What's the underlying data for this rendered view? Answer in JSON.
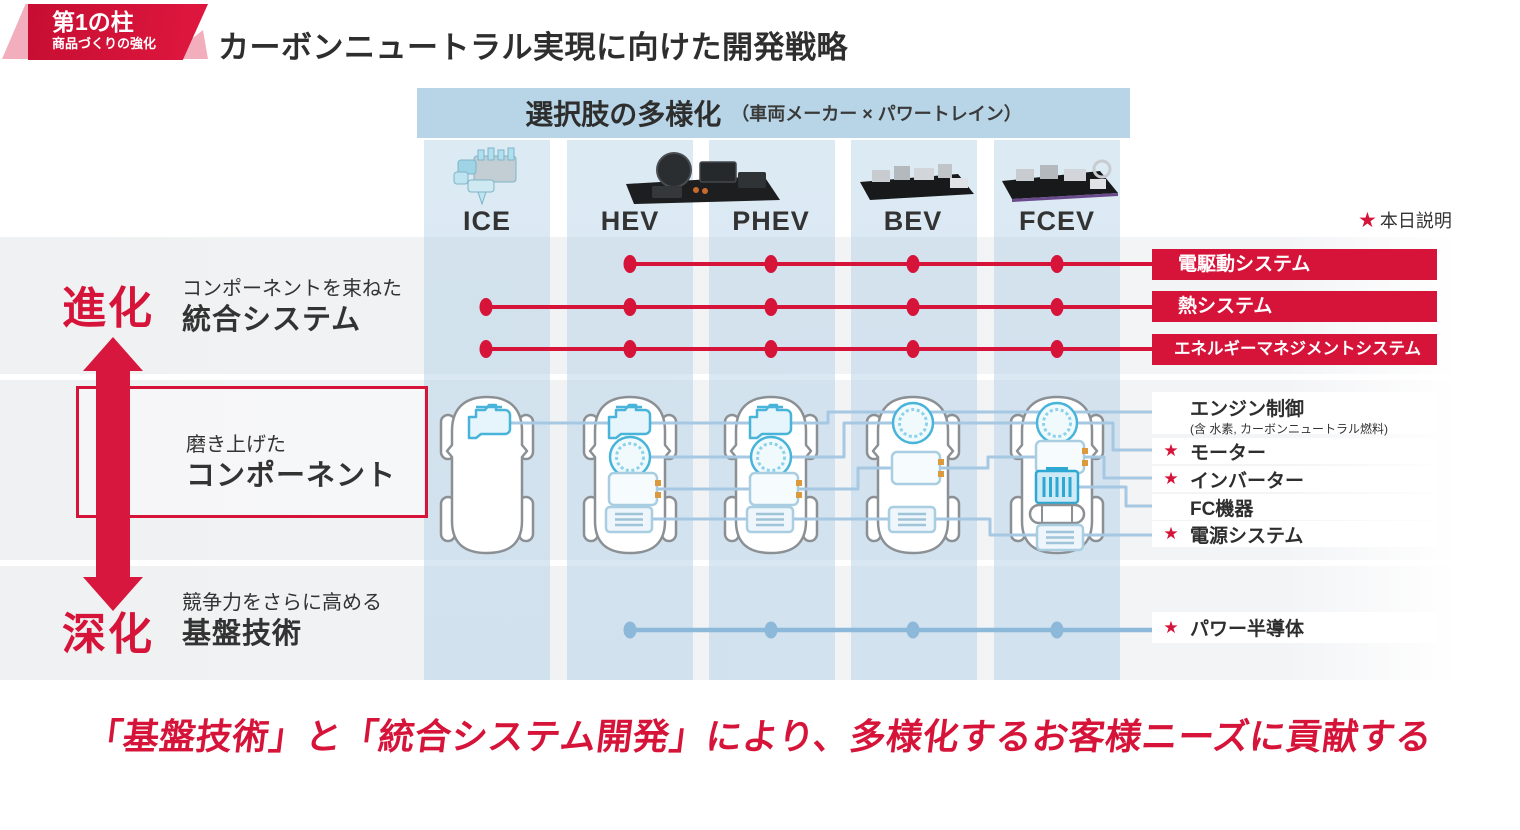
{
  "badge": {
    "title": "第1の柱",
    "subtitle": "商品づくりの強化"
  },
  "page_title": "カーボンニュートラル実現に向けた開発戦略",
  "matrix_header": {
    "title": "選択肢の多様化",
    "subtitle": "（車両メーカー × パワートレイン）"
  },
  "columns": [
    "ICE",
    "HEV",
    "PHEV",
    "BEV",
    "FCEV"
  ],
  "legend": {
    "label": "本日説明"
  },
  "icons": {
    "star": "★"
  },
  "sections": {
    "evolution": {
      "keyword": "進化",
      "line1": "コンポーネントを束ねた",
      "line2": "統合システム"
    },
    "component": {
      "line1": "磨き上げた",
      "line2": "コンポーネント"
    },
    "base": {
      "keyword": "深化",
      "line1": "競争力をさらに高める",
      "line2": "基盤技術"
    }
  },
  "system_bars": [
    {
      "label": "電駆動システム",
      "applies": [
        "HEV",
        "PHEV",
        "BEV",
        "FCEV"
      ]
    },
    {
      "label": "熱システム",
      "applies": [
        "ICE",
        "HEV",
        "PHEV",
        "BEV",
        "FCEV"
      ]
    },
    {
      "label": "エネルギーマネジメントシステム",
      "applies": [
        "ICE",
        "HEV",
        "PHEV",
        "BEV",
        "FCEV"
      ]
    }
  ],
  "component_rows": [
    {
      "label": "エンジン制御",
      "note": "(含 水素, カーボンニュートラル燃料)",
      "star": false,
      "applies": [
        "ICE",
        "HEV",
        "PHEV"
      ]
    },
    {
      "label": "モーター",
      "star": true,
      "applies": [
        "HEV",
        "PHEV",
        "BEV",
        "FCEV"
      ]
    },
    {
      "label": "インバーター",
      "star": true,
      "applies": [
        "HEV",
        "PHEV",
        "BEV",
        "FCEV"
      ]
    },
    {
      "label": "FC機器",
      "star": false,
      "applies": [
        "FCEV"
      ]
    },
    {
      "label": "電源システム",
      "star": true,
      "applies": [
        "HEV",
        "PHEV",
        "BEV",
        "FCEV"
      ]
    }
  ],
  "base_row": {
    "label": "パワー半導体",
    "star": true,
    "applies": [
      "HEV",
      "PHEV",
      "BEV",
      "FCEV"
    ]
  },
  "tagline": "「基盤技術」と「統合システム開発」により、多様化するお客様ニーズに貢献する",
  "colors": {
    "accent_red": "#d6143a",
    "header_blue": "#b7d5e6",
    "band_blue": "#dbe8f2",
    "connector_blue": "#a6c8e3",
    "base_line_blue": "#8cb8da",
    "text_dark": "#2f2f2f"
  }
}
